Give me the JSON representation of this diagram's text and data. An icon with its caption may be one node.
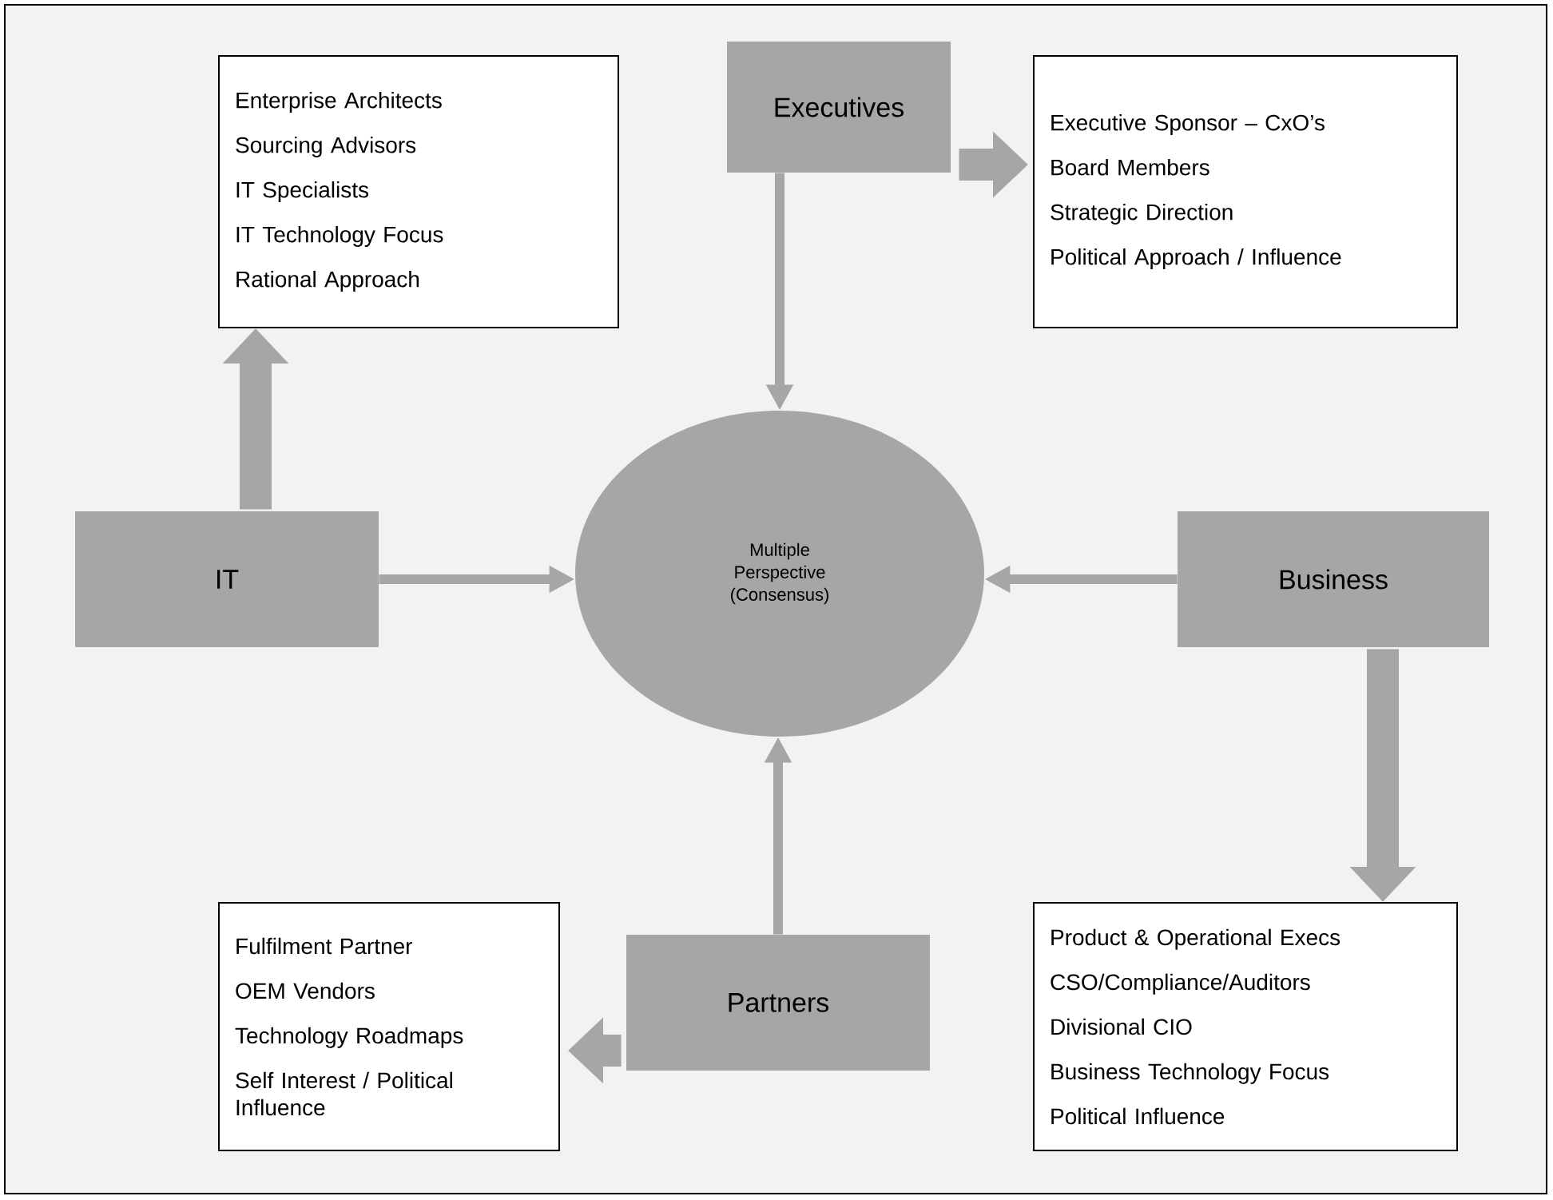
{
  "diagram": {
    "nodes": [
      {
        "text": [
          "Enterprise Architects",
          "Sourcing Advisors",
          "IT Specialists",
          "IT Technology Focus",
          "Rational Approach"
        ]
      },
      {
        "text": [
          "Executives"
        ]
      },
      {
        "text": [
          "Executive Sponsor – CxO’s",
          "Board Members",
          "Strategic Direction",
          "Political Approach / Influence"
        ]
      },
      {
        "text": [
          "IT"
        ]
      },
      {
        "text": [
          "Multiple Perspective (Consensus)"
        ]
      },
      {
        "text": [
          "Business"
        ]
      },
      {
        "text": [
          "Fulfilment Partner",
          "OEM Vendors",
          "Technology Roadmaps",
          "Self Interest / Political Influence"
        ]
      },
      {
        "text": [
          "Partners"
        ]
      },
      {
        "text": [
          "Product & Operational Execs",
          "CSO/Compliance/Auditors",
          "Divisional CIO",
          "Business Technology Focus",
          "Political Influence"
        ]
      }
    ],
    "edges": [
      {
        "from": 1,
        "to": 4,
        "arrow": "to"
      },
      {
        "from": 3,
        "to": 4,
        "arrow": "to"
      },
      {
        "from": 5,
        "to": 4,
        "arrow": "to"
      },
      {
        "from": 7,
        "to": 4,
        "arrow": "to"
      },
      {
        "from": 3,
        "to": 0,
        "arrow": "to",
        "style": "thick"
      },
      {
        "from": 1,
        "to": 2,
        "arrow": "to",
        "style": "thick"
      },
      {
        "from": 5,
        "to": 8,
        "arrow": "to",
        "style": "thick"
      },
      {
        "from": 7,
        "to": 6,
        "arrow": "to",
        "style": "thick"
      }
    ]
  }
}
